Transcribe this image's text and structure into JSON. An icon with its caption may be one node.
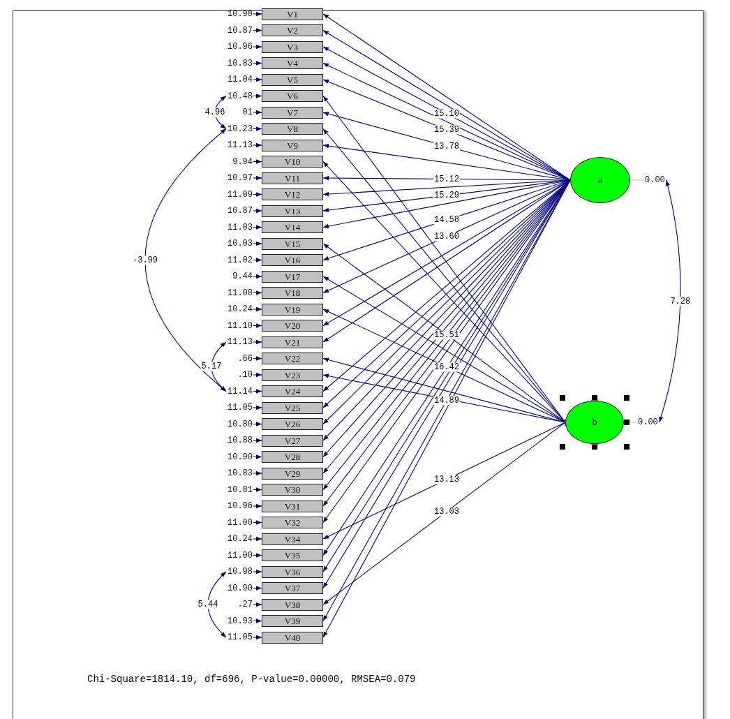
{
  "diagram": {
    "caption": "Chi-Square=1814.10, df=696, P-value=0.00000, RMSEA=0.079",
    "nodes": [
      {
        "text": [
          "V1"
        ]
      },
      {
        "text": [
          "V2"
        ]
      },
      {
        "text": [
          "V3"
        ]
      },
      {
        "text": [
          "V4"
        ]
      },
      {
        "text": [
          "V5"
        ]
      },
      {
        "text": [
          "V6"
        ]
      },
      {
        "text": [
          "V7"
        ]
      },
      {
        "text": [
          "V8"
        ]
      },
      {
        "text": [
          "V9"
        ]
      },
      {
        "text": [
          "V10"
        ]
      },
      {
        "text": [
          "V11"
        ]
      },
      {
        "text": [
          "V12"
        ]
      },
      {
        "text": [
          "V13"
        ]
      },
      {
        "text": [
          "V14"
        ]
      },
      {
        "text": [
          "V15"
        ]
      },
      {
        "text": [
          "V16"
        ]
      },
      {
        "text": [
          "V17"
        ]
      },
      {
        "text": [
          "V18"
        ]
      },
      {
        "text": [
          "V19"
        ]
      },
      {
        "text": [
          "V20"
        ]
      },
      {
        "text": [
          "V21"
        ]
      },
      {
        "text": [
          "V22"
        ]
      },
      {
        "text": [
          "V23"
        ]
      },
      {
        "text": [
          "V24"
        ]
      },
      {
        "text": [
          "V25"
        ]
      },
      {
        "text": [
          "V26"
        ]
      },
      {
        "text": [
          "V27"
        ]
      },
      {
        "text": [
          "V28"
        ]
      },
      {
        "text": [
          "V29"
        ]
      },
      {
        "text": [
          "V30"
        ]
      },
      {
        "text": [
          "V31"
        ]
      },
      {
        "text": [
          "V32"
        ]
      },
      {
        "text": [
          "V34"
        ]
      },
      {
        "text": [
          "V35"
        ]
      },
      {
        "text": [
          "V36"
        ]
      },
      {
        "text": [
          "V37"
        ]
      },
      {
        "text": [
          "V38"
        ]
      },
      {
        "text": [
          "V39"
        ]
      },
      {
        "text": [
          "V40"
        ]
      },
      {
        "text": [
          "a"
        ]
      },
      {
        "text": [
          "b"
        ]
      },
      {
        "text": [
          "10.98"
        ]
      },
      {
        "text": [
          "10.87"
        ]
      },
      {
        "text": [
          "10.96"
        ]
      },
      {
        "text": [
          "10.83"
        ]
      },
      {
        "text": [
          "11.04"
        ]
      },
      {
        "text": [
          "10.48"
        ]
      },
      {
        "text": [
          "01"
        ]
      },
      {
        "text": [
          "10.23"
        ]
      },
      {
        "text": [
          "11.13"
        ]
      },
      {
        "text": [
          "9.94"
        ]
      },
      {
        "text": [
          "10.97"
        ]
      },
      {
        "text": [
          "11.09"
        ]
      },
      {
        "text": [
          "10.87"
        ]
      },
      {
        "text": [
          "11.03"
        ]
      },
      {
        "text": [
          "10.03"
        ]
      },
      {
        "text": [
          "11.02"
        ]
      },
      {
        "text": [
          "9.44"
        ]
      },
      {
        "text": [
          "11.08"
        ]
      },
      {
        "text": [
          "10.24"
        ]
      },
      {
        "text": [
          "11.10"
        ]
      },
      {
        "text": [
          "11.13"
        ]
      },
      {
        "text": [
          ".66"
        ]
      },
      {
        "text": [
          ".10"
        ]
      },
      {
        "text": [
          "11.14"
        ]
      },
      {
        "text": [
          "11.05"
        ]
      },
      {
        "text": [
          "10.80"
        ]
      },
      {
        "text": [
          "10.88"
        ]
      },
      {
        "text": [
          "10.90"
        ]
      },
      {
        "text": [
          "10.83"
        ]
      },
      {
        "text": [
          "10.81"
        ]
      },
      {
        "text": [
          "10.96"
        ]
      },
      {
        "text": [
          "11.00"
        ]
      },
      {
        "text": [
          "10.24"
        ]
      },
      {
        "text": [
          "11.00"
        ]
      },
      {
        "text": [
          "10.98"
        ]
      },
      {
        "text": [
          "10.90"
        ]
      },
      {
        "text": [
          ".27"
        ]
      },
      {
        "text": [
          "10.93"
        ]
      },
      {
        "text": [
          "11.05"
        ]
      },
      {
        "text": [
          "0.00"
        ]
      },
      {
        "text": [
          "0.00"
        ]
      }
    ],
    "edges": [
      {
        "from": 41,
        "to": 0,
        "arrow": "to"
      },
      {
        "from": 42,
        "to": 1,
        "arrow": "to"
      },
      {
        "from": 43,
        "to": 2,
        "arrow": "to"
      },
      {
        "from": 44,
        "to": 3,
        "arrow": "to"
      },
      {
        "from": 45,
        "to": 4,
        "arrow": "to"
      },
      {
        "from": 46,
        "to": 5,
        "arrow": "to"
      },
      {
        "from": 47,
        "to": 6,
        "arrow": "to"
      },
      {
        "from": 48,
        "to": 7,
        "arrow": "to"
      },
      {
        "from": 49,
        "to": 8,
        "arrow": "to"
      },
      {
        "from": 50,
        "to": 9,
        "arrow": "to"
      },
      {
        "from": 51,
        "to": 10,
        "arrow": "to"
      },
      {
        "from": 52,
        "to": 11,
        "arrow": "to"
      },
      {
        "from": 53,
        "to": 12,
        "arrow": "to"
      },
      {
        "from": 54,
        "to": 13,
        "arrow": "to"
      },
      {
        "from": 55,
        "to": 14,
        "arrow": "to"
      },
      {
        "from": 56,
        "to": 15,
        "arrow": "to"
      },
      {
        "from": 57,
        "to": 16,
        "arrow": "to"
      },
      {
        "from": 58,
        "to": 17,
        "arrow": "to"
      },
      {
        "from": 59,
        "to": 18,
        "arrow": "to"
      },
      {
        "from": 60,
        "to": 19,
        "arrow": "to"
      },
      {
        "from": 61,
        "to": 20,
        "arrow": "to"
      },
      {
        "from": 62,
        "to": 21,
        "arrow": "to"
      },
      {
        "from": 63,
        "to": 22,
        "arrow": "to"
      },
      {
        "from": 64,
        "to": 23,
        "arrow": "to"
      },
      {
        "from": 65,
        "to": 24,
        "arrow": "to"
      },
      {
        "from": 66,
        "to": 25,
        "arrow": "to"
      },
      {
        "from": 67,
        "to": 26,
        "arrow": "to"
      },
      {
        "from": 68,
        "to": 27,
        "arrow": "to"
      },
      {
        "from": 69,
        "to": 28,
        "arrow": "to"
      },
      {
        "from": 70,
        "to": 29,
        "arrow": "to"
      },
      {
        "from": 71,
        "to": 30,
        "arrow": "to"
      },
      {
        "from": 72,
        "to": 31,
        "arrow": "to"
      },
      {
        "from": 73,
        "to": 32,
        "arrow": "to"
      },
      {
        "from": 74,
        "to": 33,
        "arrow": "to"
      },
      {
        "from": 75,
        "to": 34,
        "arrow": "to"
      },
      {
        "from": 76,
        "to": 35,
        "arrow": "to"
      },
      {
        "from": 77,
        "to": 36,
        "arrow": "to"
      },
      {
        "from": 78,
        "to": 37,
        "arrow": "to"
      },
      {
        "from": 79,
        "to": 38,
        "arrow": "to"
      },
      {
        "from": 39,
        "to": 0,
        "arrow": "to"
      },
      {
        "from": 39,
        "to": 1,
        "arrow": "to"
      },
      {
        "from": 39,
        "to": 2,
        "arrow": "to",
        "label": "15.10"
      },
      {
        "from": 39,
        "to": 3,
        "arrow": "to"
      },
      {
        "from": 39,
        "to": 4,
        "arrow": "to",
        "label": "15.39"
      },
      {
        "from": 40,
        "to": 5,
        "arrow": "to"
      },
      {
        "from": 39,
        "to": 6,
        "arrow": "to",
        "label": "13.78"
      },
      {
        "from": 40,
        "to": 7,
        "arrow": "to"
      },
      {
        "from": 39,
        "to": 8,
        "arrow": "to"
      },
      {
        "from": 40,
        "to": 9,
        "arrow": "to"
      },
      {
        "from": 39,
        "to": 10,
        "arrow": "to",
        "label": "15.12"
      },
      {
        "from": 39,
        "to": 11,
        "arrow": "to"
      },
      {
        "from": 39,
        "to": 12,
        "arrow": "to",
        "label": "15.29"
      },
      {
        "from": 39,
        "to": 13,
        "arrow": "to"
      },
      {
        "from": 40,
        "to": 14,
        "arrow": "to",
        "label": "15.51"
      },
      {
        "from": 39,
        "to": 15,
        "arrow": "to",
        "label": "14.58"
      },
      {
        "from": 40,
        "to": 16,
        "arrow": "to"
      },
      {
        "from": 39,
        "to": 17,
        "arrow": "to",
        "label": "13.60"
      },
      {
        "from": 40,
        "to": 18,
        "arrow": "to",
        "label": "16.42"
      },
      {
        "from": 39,
        "to": 19,
        "arrow": "to"
      },
      {
        "from": 39,
        "to": 20,
        "arrow": "to"
      },
      {
        "from": 40,
        "to": 21,
        "arrow": "to"
      },
      {
        "from": 40,
        "to": 22,
        "arrow": "to"
      },
      {
        "from": 39,
        "to": 23,
        "arrow": "to"
      },
      {
        "from": 39,
        "to": 24,
        "arrow": "to"
      },
      {
        "from": 39,
        "to": 25,
        "arrow": "to"
      },
      {
        "from": 39,
        "to": 26,
        "arrow": "to"
      },
      {
        "from": 39,
        "to": 27,
        "arrow": "to"
      },
      {
        "from": 39,
        "to": 28,
        "arrow": "to"
      },
      {
        "from": 39,
        "to": 29,
        "arrow": "to"
      },
      {
        "from": 39,
        "to": 30,
        "arrow": "to"
      },
      {
        "from": 39,
        "to": 31,
        "arrow": "to"
      },
      {
        "from": 40,
        "to": 32,
        "arrow": "to",
        "label": "13.13"
      },
      {
        "from": 39,
        "to": 33,
        "arrow": "to"
      },
      {
        "from": 39,
        "to": 34,
        "arrow": "to"
      },
      {
        "from": 39,
        "to": 35,
        "arrow": "to"
      },
      {
        "from": 40,
        "to": 36,
        "arrow": "to",
        "label": "13.03"
      },
      {
        "from": 39,
        "to": 37,
        "arrow": "to",
        "label": "14.89"
      },
      {
        "from": 39,
        "to": 38,
        "arrow": "to"
      },
      {
        "from": 80,
        "to": 81,
        "arrow": "both",
        "label": "7.28"
      },
      {
        "from": 48,
        "to": 64,
        "arrow": "both",
        "label": "-3.99"
      },
      {
        "from": 46,
        "to": 48,
        "arrow": "both",
        "label": "4.96"
      },
      {
        "from": 61,
        "to": 64,
        "arrow": "both",
        "label": "5.17"
      },
      {
        "from": 75,
        "to": 79,
        "arrow": "both",
        "label": "5.44"
      },
      {
        "from": 39,
        "to": 80,
        "arrow": "none",
        "color": "#c0c0c0"
      },
      {
        "from": 40,
        "to": 81,
        "arrow": "none",
        "color": "#c0c0c0"
      }
    ]
  }
}
